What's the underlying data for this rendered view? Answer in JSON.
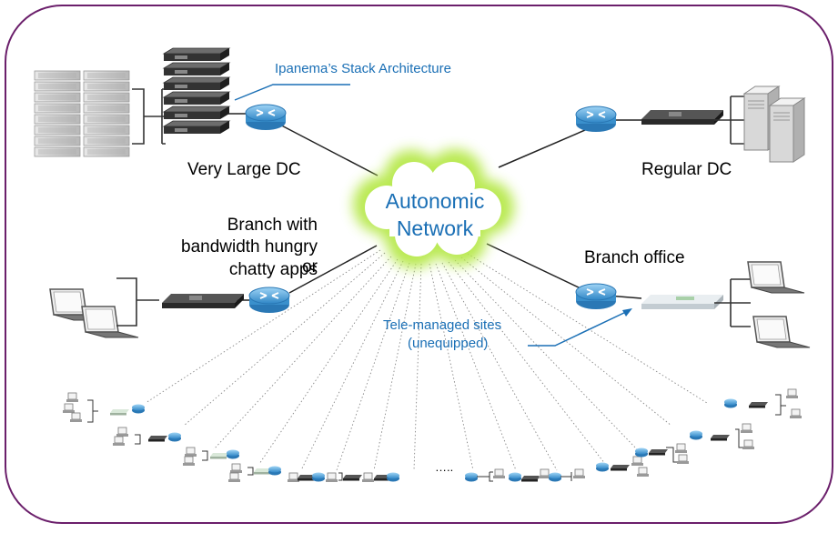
{
  "labels": {
    "very_large_dc": "Very Large DC",
    "regular_dc": "Regular DC",
    "branch_hungry_line1": "Branch with",
    "branch_hungry_line2": "bandwidth hungry or",
    "branch_hungry_line3": "chatty apps",
    "branch_office": "Branch office",
    "stack_architecture": "Ipanema’s Stack Architecture",
    "tele_managed_line1": "Tele-managed sites",
    "tele_managed_line2": "(unequipped)",
    "cloud_line1": "Autonomic",
    "cloud_line2": "Network",
    "ellipsis": "….."
  },
  "colors": {
    "frame": "#6b1f6b",
    "accent_blue": "#1a6fb5",
    "cloud_glow": "#b6e84a",
    "router_blue": "#4aa0d8",
    "appliance_dark": "#3a3a3a"
  },
  "icons": {
    "router": "router-icon",
    "appliance": "wan-optimizer-icon",
    "server": "server-icon",
    "laptop": "laptop-icon",
    "cloud": "cloud-icon"
  }
}
